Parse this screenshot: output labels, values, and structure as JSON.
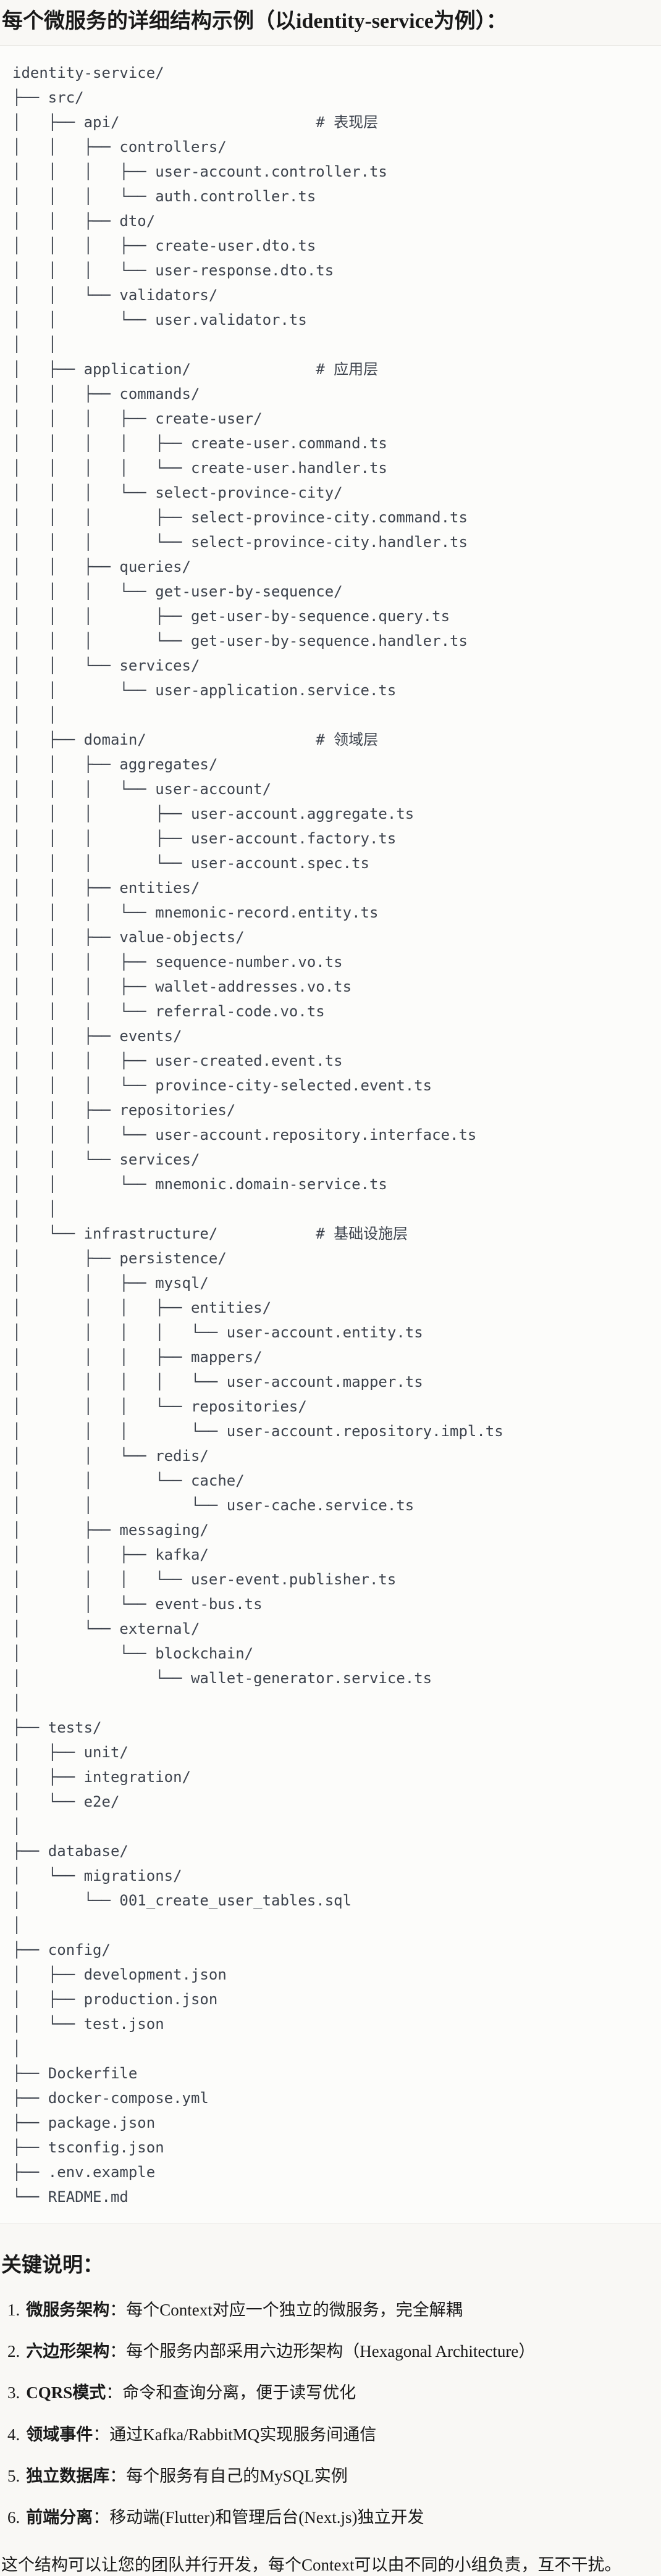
{
  "title": "每个微服务的详细结构示例（以identity-service为例）：",
  "tree": {
    "lines": [
      "identity-service/",
      "├── src/",
      "│   ├── api/                      # 表现层",
      "│   │   ├── controllers/",
      "│   │   │   ├── user-account.controller.ts",
      "│   │   │   └── auth.controller.ts",
      "│   │   ├── dto/",
      "│   │   │   ├── create-user.dto.ts",
      "│   │   │   └── user-response.dto.ts",
      "│   │   └── validators/",
      "│   │       └── user.validator.ts",
      "│   │",
      "│   ├── application/              # 应用层",
      "│   │   ├── commands/",
      "│   │   │   ├── create-user/",
      "│   │   │   │   ├── create-user.command.ts",
      "│   │   │   │   └── create-user.handler.ts",
      "│   │   │   └── select-province-city/",
      "│   │   │       ├── select-province-city.command.ts",
      "│   │   │       └── select-province-city.handler.ts",
      "│   │   ├── queries/",
      "│   │   │   └── get-user-by-sequence/",
      "│   │   │       ├── get-user-by-sequence.query.ts",
      "│   │   │       └── get-user-by-sequence.handler.ts",
      "│   │   └── services/",
      "│   │       └── user-application.service.ts",
      "│   │",
      "│   ├── domain/                   # 领域层",
      "│   │   ├── aggregates/",
      "│   │   │   └── user-account/",
      "│   │   │       ├── user-account.aggregate.ts",
      "│   │   │       ├── user-account.factory.ts",
      "│   │   │       └── user-account.spec.ts",
      "│   │   ├── entities/",
      "│   │   │   └── mnemonic-record.entity.ts",
      "│   │   ├── value-objects/",
      "│   │   │   ├── sequence-number.vo.ts",
      "│   │   │   ├── wallet-addresses.vo.ts",
      "│   │   │   └── referral-code.vo.ts",
      "│   │   ├── events/",
      "│   │   │   ├── user-created.event.ts",
      "│   │   │   └── province-city-selected.event.ts",
      "│   │   ├── repositories/",
      "│   │   │   └── user-account.repository.interface.ts",
      "│   │   └── services/",
      "│   │       └── mnemonic.domain-service.ts",
      "│   │",
      "│   └── infrastructure/           # 基础设施层",
      "│       ├── persistence/",
      "│       │   ├── mysql/",
      "│       │   │   ├── entities/",
      "│       │   │   │   └── user-account.entity.ts",
      "│       │   │   ├── mappers/",
      "│       │   │   │   └── user-account.mapper.ts",
      "│       │   │   └── repositories/",
      "│       │   │       └── user-account.repository.impl.ts",
      "│       │   └── redis/",
      "│       │       └── cache/",
      "│       │           └── user-cache.service.ts",
      "│       ├── messaging/",
      "│       │   ├── kafka/",
      "│       │   │   └── user-event.publisher.ts",
      "│       │   └── event-bus.ts",
      "│       └── external/",
      "│           └── blockchain/",
      "│               └── wallet-generator.service.ts",
      "│",
      "├── tests/",
      "│   ├── unit/",
      "│   ├── integration/",
      "│   └── e2e/",
      "│",
      "├── database/",
      "│   └── migrations/",
      "│       └── 001_create_user_tables.sql",
      "│",
      "├── config/",
      "│   ├── development.json",
      "│   ├── production.json",
      "│   └── test.json",
      "│",
      "├── Dockerfile",
      "├── docker-compose.yml",
      "├── package.json",
      "├── tsconfig.json",
      "├── .env.example",
      "└── README.md"
    ]
  },
  "notes": {
    "heading": "关键说明：",
    "items": [
      {
        "num": "1.",
        "label": "微服务架构",
        "text": "：每个Context对应一个独立的微服务，完全解耦"
      },
      {
        "num": "2.",
        "label": "六边形架构",
        "text": "：每个服务内部采用六边形架构（Hexagonal Architecture）"
      },
      {
        "num": "3.",
        "label": "CQRS模式",
        "text": "：命令和查询分离，便于读写优化"
      },
      {
        "num": "4.",
        "label": "领域事件",
        "text": "：通过Kafka/RabbitMQ实现服务间通信"
      },
      {
        "num": "5.",
        "label": "独立数据库",
        "text": "：每个服务有自己的MySQL实例"
      },
      {
        "num": "6.",
        "label": "前端分离",
        "text": "：移动端(Flutter)和管理后台(Next.js)独立开发"
      }
    ],
    "footer": "这个结构可以让您的团队并行开发，每个Context可以由不同的小组负责，互不干扰。"
  },
  "colors": {
    "page_bg": "#f9f8f5",
    "code_bg": "#fcfcfa",
    "code_border": "#e8e7e3",
    "tree_text": "#3d434d",
    "body_text": "#191919"
  }
}
